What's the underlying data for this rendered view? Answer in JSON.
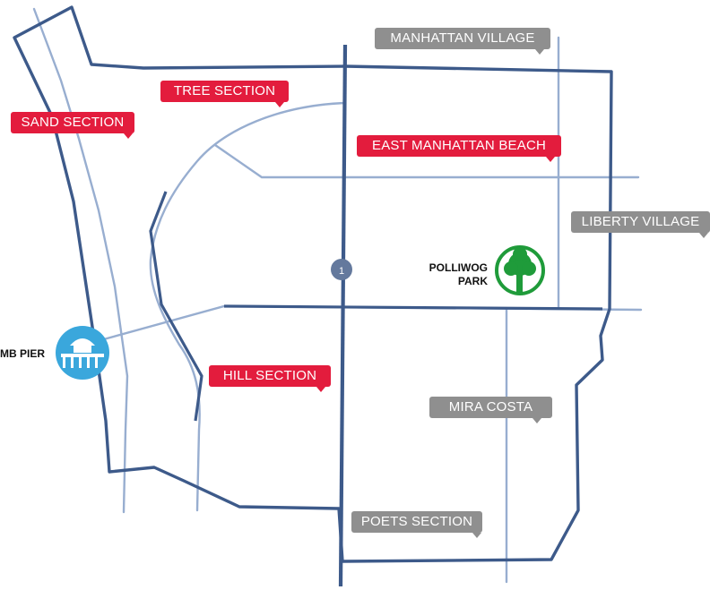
{
  "map": {
    "highway_marker": "1",
    "neighborhoods": {
      "manhattan_village": "MANHATTAN VILLAGE",
      "tree_section": "TREE SECTION",
      "sand_section": "SAND SECTION",
      "east_manhattan_beach": "EAST MANHATTAN BEACH",
      "liberty_village": "LIBERTY VILLAGE",
      "hill_section": "HILL SECTION",
      "mira_costa": "MIRA COSTA",
      "poets_section": "POETS SECTION"
    },
    "landmarks": {
      "polliwog_line1": "POLLIWOG",
      "polliwog_line2": "PARK",
      "pier": "MB PIER",
      "park_icon": "tree-icon",
      "pier_icon": "pier-icon"
    },
    "colors": {
      "boundary": "#3d5a8a",
      "road": "#98aed0",
      "highlight": "#e31c3d",
      "secondary": "#8f8f8f",
      "park": "#1f9b3a",
      "pier": "#3aa7dc"
    }
  }
}
